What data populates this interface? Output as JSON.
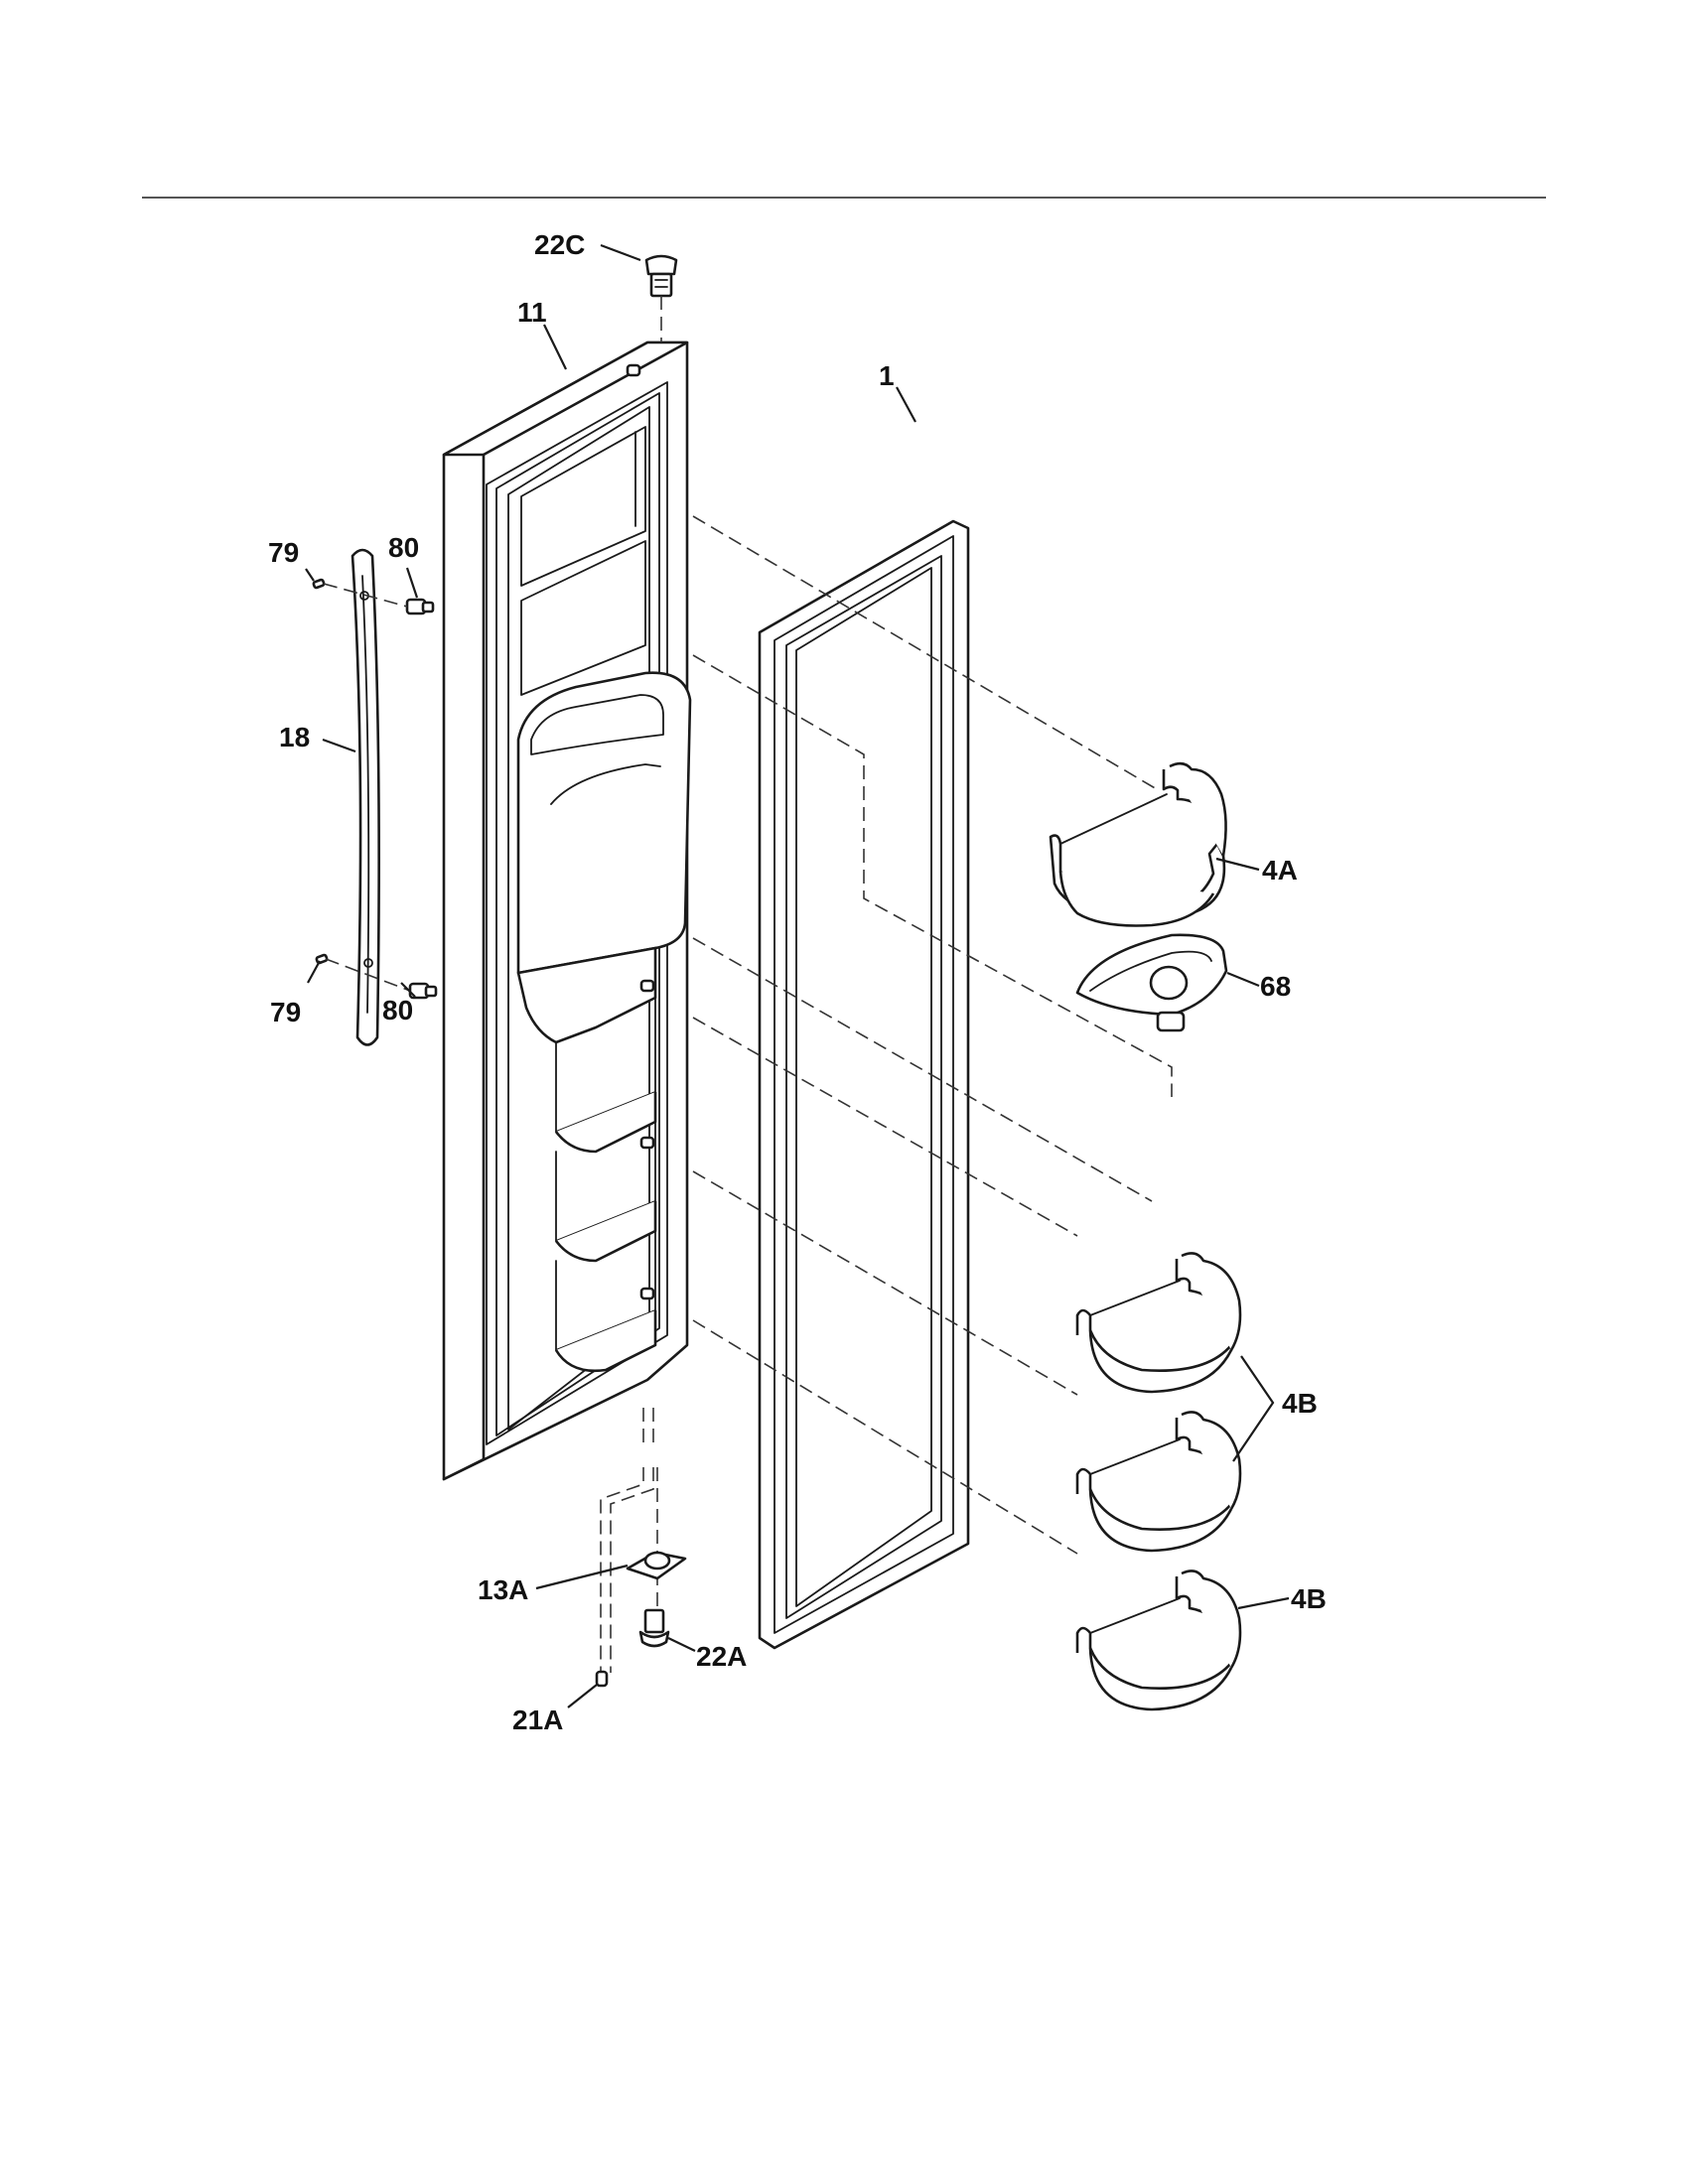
{
  "callouts": [
    {
      "id": "callout-22c",
      "text": "22C"
    },
    {
      "id": "callout-11",
      "text": "11"
    },
    {
      "id": "callout-1",
      "text": "1"
    },
    {
      "id": "callout-79-top",
      "text": "79"
    },
    {
      "id": "callout-80-top",
      "text": "80"
    },
    {
      "id": "callout-18",
      "text": "18"
    },
    {
      "id": "callout-79-bottom",
      "text": "79"
    },
    {
      "id": "callout-80-bottom",
      "text": "80"
    },
    {
      "id": "callout-4a",
      "text": "4A"
    },
    {
      "id": "callout-68",
      "text": "68"
    },
    {
      "id": "callout-4b-pair",
      "text": "4B"
    },
    {
      "id": "callout-4b-single",
      "text": "4B"
    },
    {
      "id": "callout-13a",
      "text": "13A"
    },
    {
      "id": "callout-22a",
      "text": "22A"
    },
    {
      "id": "callout-21a",
      "text": "21A"
    }
  ],
  "colors": {
    "line": "#1a1a1a",
    "background": "#ffffff"
  }
}
